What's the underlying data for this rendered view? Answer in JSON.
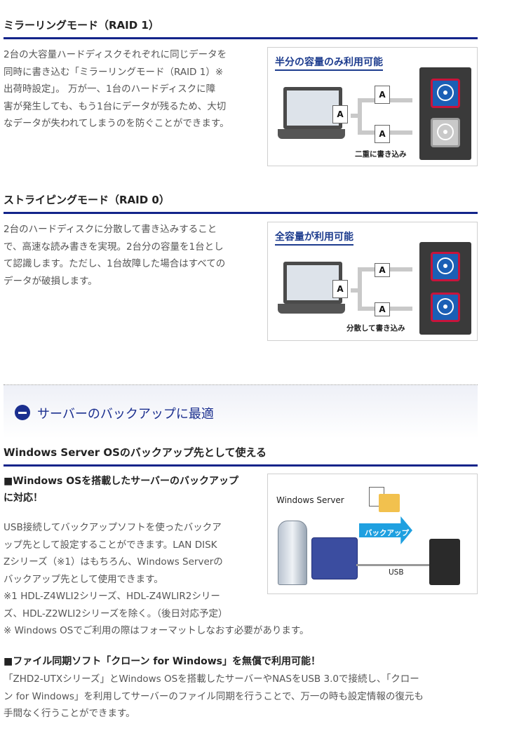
{
  "raid1": {
    "heading": "ミラーリングモード（RAID 1）",
    "desc_lines": [
      "2台の大容量ハードディスクそれぞれに同じデータを",
      "同時に書き込む「ミラーリングモード（RAID 1）※",
      "出荷時設定」。 万が一、1台のハードディスクに障",
      "害が発生しても、もう1台にデータが残るため、大切",
      "なデータが失われてしまうのを防ぐことができます。"
    ],
    "figure_title": "半分の容量のみ利用可能",
    "figure_label": "二重に書き込み",
    "doc_letter": "A"
  },
  "raid0": {
    "heading": "ストライピングモード（RAID 0）",
    "desc_lines": [
      "2台のハードディスクに分散して書き込みすること",
      "で、高速な読み書きを実現。2台分の容量を1台とし",
      "て認識します。ただし、1台故障した場合はすべての",
      "データが破損します。"
    ],
    "figure_title": "全容量が利用可能",
    "figure_label": "分散して書き込み",
    "doc_letter": "A"
  },
  "backup_section": {
    "title": "サーバーのバックアップに最適",
    "heading": "Windows Server OSのバックアップ先として使える",
    "subhead_lines": [
      "■Windows OSを搭載したサーバーのバックアップ",
      "に対応！"
    ],
    "desc_lines": [
      "USB接続してバックアップソフトを使ったバックア",
      "ップ先として設定することができます。LAN DISK",
      "Zシリーズ（※1）はもちろん、Windows Serverの",
      "バックアップ先として使用できます。",
      "※1 HDL-Z4WLI2シリーズ、HDL-Z4WLIR2シリー",
      "ズ、HDL-Z2WLI2シリーズを除く。（後日対応予定）"
    ],
    "note": "※ Windows OSでご利用の際はフォーマットしなおす必要があります。",
    "figure": {
      "server_label": "Windows Server",
      "arrow_label": "バックアップ",
      "usb_label": "USB"
    }
  },
  "sync_section": {
    "subhead": "■ファイル同期ソフト「クローン for Windows」を無償で利用可能！",
    "desc_lines": [
      "「ZHD2-UTXシリーズ」とWindows OSを搭載したサーバーやNASをUSB 3.0で接続し、「クロー",
      "ン for Windows」を利用してサーバーのファイル同期を行うことで、万一の時も設定情報の復元も",
      "手間なく行うことができます。"
    ]
  }
}
